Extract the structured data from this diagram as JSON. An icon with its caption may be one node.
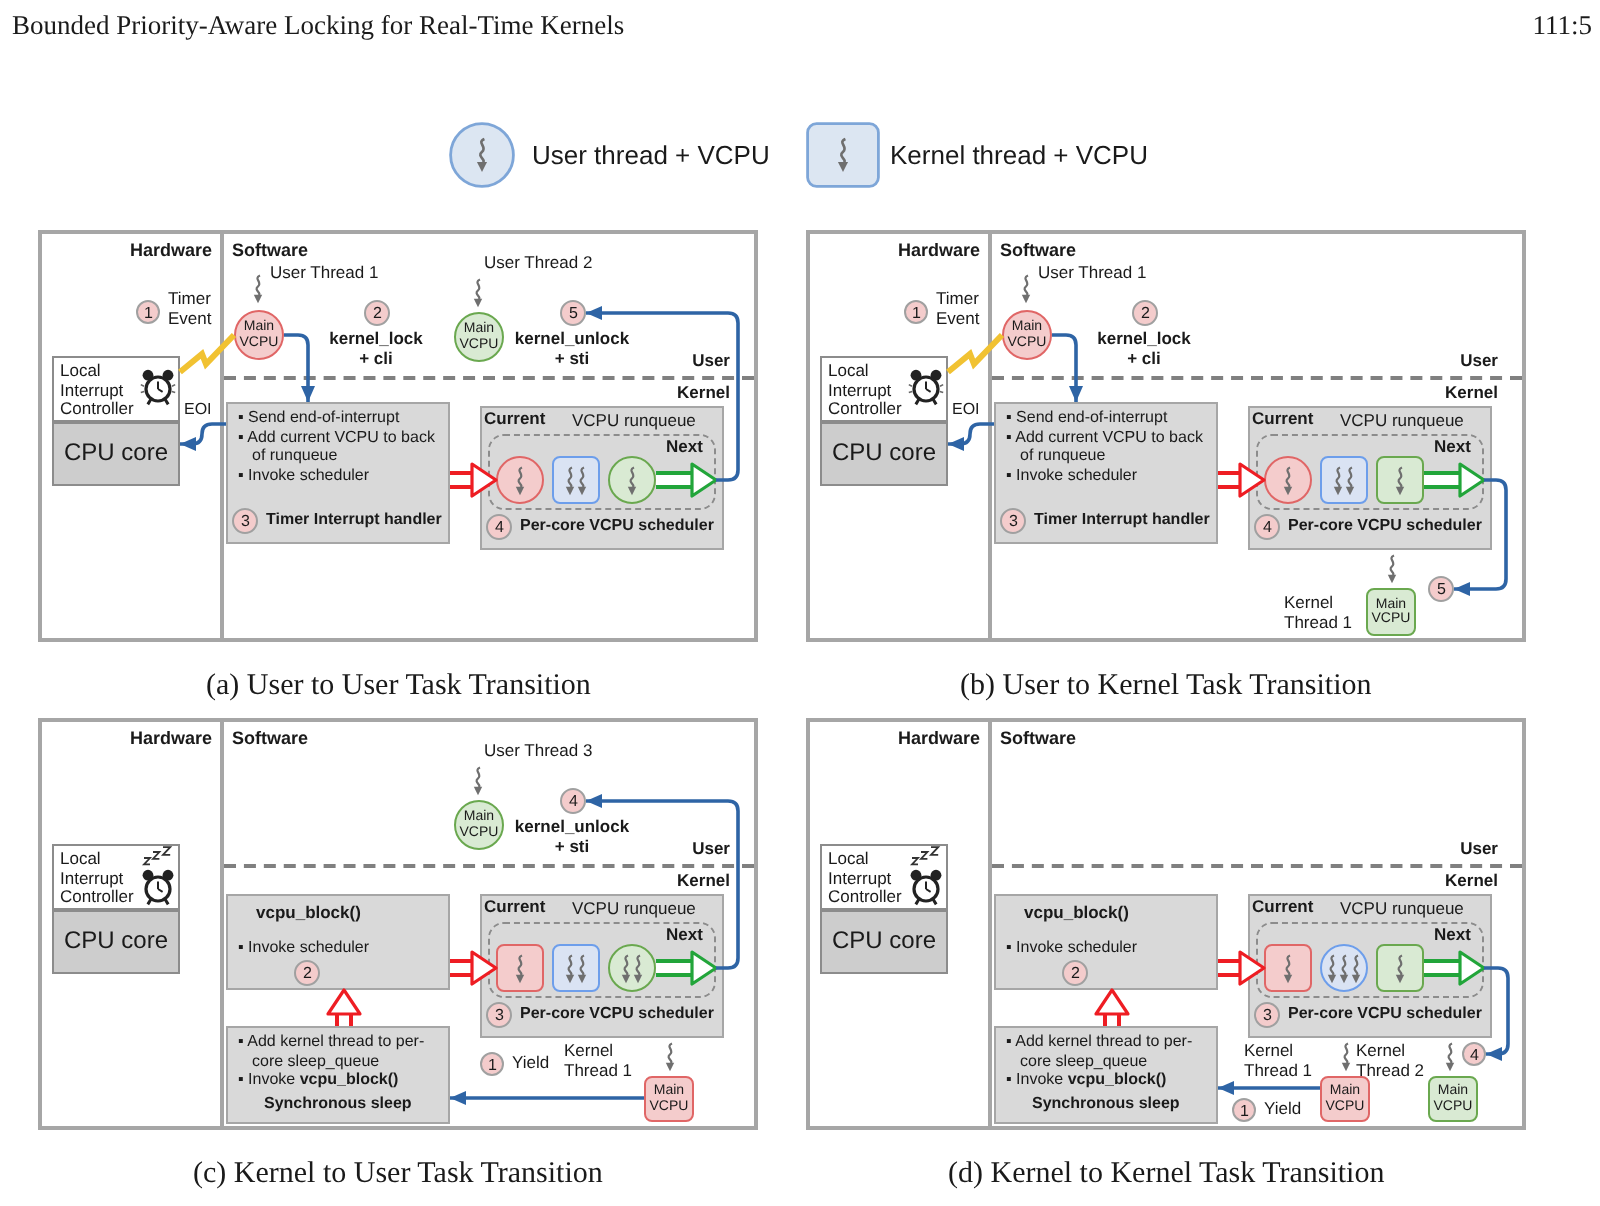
{
  "diagram": {
    "nodes": [
      {
        "text": [
          "(a) User to User Task Transition"
        ]
      },
      {
        "text": [
          "Hardware"
        ],
        "in": 0
      },
      {
        "text": [
          "1"
        ],
        "in": 1,
        "beside": [
          "Timer Event"
        ]
      },
      {
        "text": [
          "Local Interrupt Controller"
        ],
        "in": 1
      },
      {
        "text": [
          "CPU core"
        ],
        "in": 1
      },
      {
        "text": [
          "Software"
        ],
        "in": 0
      },
      {
        "text": [
          "Main VCPU"
        ],
        "in": 5,
        "beside": [
          "User Thread 1"
        ]
      },
      {
        "text": [
          "2"
        ],
        "in": 5,
        "beside": [
          "kernel_lock + cli"
        ]
      },
      {
        "text": [
          "Main VCPU"
        ],
        "in": 5,
        "beside": [
          "User Thread 2"
        ]
      },
      {
        "text": [
          "5"
        ],
        "in": 5,
        "beside": [
          "kernel_unlock + sti"
        ]
      },
      {
        "text": [
          "▪ Send end-of-interrupt",
          "▪ Add current VCPU to back of runqueue",
          "▪ Invoke scheduler",
          "Timer Interrupt handler"
        ],
        "in": 5
      },
      {
        "text": [
          "3"
        ],
        "in": 10
      },
      {
        "text": [
          "Per-core VCPU scheduler"
        ],
        "in": 5
      },
      {
        "text": [
          "VCPU runqueue"
        ],
        "in": 12
      },
      {
        "text": [],
        "shape": "circle",
        "in": 13
      },
      {
        "text": [],
        "shape": "box",
        "in": 13
      },
      {
        "text": [],
        "shape": "circle",
        "in": 13
      },
      {
        "text": [
          "4"
        ],
        "in": 12
      },
      {
        "text": [
          "(b) User to Kernel Task Transition"
        ]
      },
      {
        "text": [
          "Hardware"
        ],
        "in": 18
      },
      {
        "text": [
          "1"
        ],
        "in": 19,
        "beside": [
          "Timer Event"
        ]
      },
      {
        "text": [
          "Local Interrupt Controller"
        ],
        "in": 19
      },
      {
        "text": [
          "CPU core"
        ],
        "in": 19
      },
      {
        "text": [
          "Software"
        ],
        "in": 18
      },
      {
        "text": [
          "Main VCPU"
        ],
        "in": 23,
        "beside": [
          "User Thread 1"
        ]
      },
      {
        "text": [
          "2"
        ],
        "in": 23,
        "beside": [
          "kernel_lock + cli"
        ]
      },
      {
        "text": [
          "▪ Send end-of-interrupt",
          "▪ Add current VCPU to back of runqueue",
          "▪ Invoke scheduler",
          "Timer Interrupt handler"
        ],
        "in": 23
      },
      {
        "text": [
          "3"
        ],
        "in": 26
      },
      {
        "text": [
          "Per-core VCPU scheduler"
        ],
        "in": 23
      },
      {
        "text": [
          "VCPU runqueue"
        ],
        "in": 28
      },
      {
        "text": [],
        "shape": "circle",
        "in": 29
      },
      {
        "text": [],
        "shape": "box",
        "in": 29
      },
      {
        "text": [],
        "shape": "box",
        "in": 29
      },
      {
        "text": [
          "4"
        ],
        "in": 28
      },
      {
        "text": [
          "Main VCPU"
        ],
        "in": 23,
        "beside": [
          "Kernel Thread 1"
        ]
      },
      {
        "text": [
          "5"
        ],
        "in": 23
      },
      {
        "text": [
          "(c) Kernel to User Task Transition"
        ]
      },
      {
        "text": [
          "Hardware"
        ],
        "in": 36
      },
      {
        "text": [
          "Local Interrupt Controller"
        ],
        "in": 37
      },
      {
        "text": [
          "CPU core"
        ],
        "in": 37
      },
      {
        "text": [
          "Software"
        ],
        "in": 36
      },
      {
        "text": [
          "Main VCPU"
        ],
        "in": 40,
        "beside": [
          "User Thread 3"
        ]
      },
      {
        "text": [
          "4"
        ],
        "in": 40,
        "beside": [
          "kernel_unlock + sti"
        ]
      },
      {
        "text": [
          "vcpu_block()",
          "▪ Invoke scheduler"
        ],
        "in": 40
      },
      {
        "text": [
          "2"
        ],
        "in": 43
      },
      {
        "text": [
          "Per-core VCPU scheduler"
        ],
        "in": 40
      },
      {
        "text": [
          "VCPU runqueue"
        ],
        "in": 45
      },
      {
        "text": [],
        "shape": "box",
        "in": 46
      },
      {
        "text": [],
        "shape": "box",
        "in": 46
      },
      {
        "text": [],
        "shape": "circle",
        "in": 46
      },
      {
        "text": [
          "3"
        ],
        "in": 45
      },
      {
        "text": [
          "▪ Add kernel thread to per-core sleep_queue",
          "▪ Invoke **vcpu_block()**",
          "Synchronous sleep"
        ],
        "in": 40
      },
      {
        "text": [
          "1"
        ],
        "in": 40,
        "beside": [
          "Yield"
        ]
      },
      {
        "text": [
          "Main VCPU"
        ],
        "in": 40,
        "beside": [
          "Kernel Thread 1"
        ]
      },
      {
        "text": [
          "(d) Kernel to Kernel Task Transition"
        ]
      },
      {
        "text": [
          "Hardware"
        ],
        "in": 54
      },
      {
        "text": [
          "Local Interrupt Controller"
        ],
        "in": 55
      },
      {
        "text": [
          "CPU core"
        ],
        "in": 55
      },
      {
        "text": [
          "Software"
        ],
        "in": 54
      },
      {
        "text": [
          "vcpu_block()",
          "▪ Invoke scheduler"
        ],
        "in": 58
      },
      {
        "text": [
          "2"
        ],
        "in": 59
      },
      {
        "text": [
          "Per-core VCPU scheduler"
        ],
        "in": 58
      },
      {
        "text": [
          "VCPU runqueue"
        ],
        "in": 61
      },
      {
        "text": [],
        "shape": "box",
        "in": 62
      },
      {
        "text": [],
        "shape": "circle",
        "in": 62
      },
      {
        "text": [],
        "shape": "box",
        "in": 62
      },
      {
        "text": [
          "3"
        ],
        "in": 61
      },
      {
        "text": [
          "▪ Add kernel thread to per-core sleep_queue",
          "▪ Invoke **vcpu_block()**",
          "Synchronous sleep"
        ],
        "in": 58
      },
      {
        "text": [
          "Main VCPU"
        ],
        "in": 58,
        "beside": [
          "Kernel Thread 1"
        ]
      },
      {
        "text": [
          "Main VCPU"
        ],
        "in": 58,
        "beside": [
          "Kernel Thread 2"
        ]
      },
      {
        "text": [
          "4"
        ],
        "in": 58
      },
      {
        "text": [
          "1"
        ],
        "in": 58,
        "beside": [
          "Yield"
        ]
      }
    ],
    "edges": [
      {
        "from": 3,
        "to": 6,
        "arrow": "none",
        "color": "#f1c232"
      },
      {
        "from": 6,
        "to": 10,
        "arrow": "to"
      },
      {
        "from": 10,
        "to": 4,
        "arrow": "to",
        "label": "EOI"
      },
      {
        "from": 10,
        "to": 14,
        "arrow": "to",
        "label": "Current",
        "style": "thick",
        "color": "#ee1d23"
      },
      {
        "from": 16,
        "to": 13,
        "arrow": "to",
        "label": "Next",
        "style": "thick",
        "color": "#22a53a"
      },
      {
        "from": 13,
        "to": 9,
        "arrow": "to"
      },
      {
        "from": 21,
        "to": 24,
        "arrow": "none",
        "color": "#f1c232"
      },
      {
        "from": 24,
        "to": 26,
        "arrow": "to"
      },
      {
        "from": 26,
        "to": 22,
        "arrow": "to",
        "label": "EOI"
      },
      {
        "from": 26,
        "to": 30,
        "arrow": "to",
        "label": "Current",
        "style": "thick",
        "color": "#ee1d23"
      },
      {
        "from": 32,
        "to": 29,
        "arrow": "to",
        "label": "Next",
        "style": "thick",
        "color": "#22a53a"
      },
      {
        "from": 29,
        "to": 35,
        "arrow": "to"
      },
      {
        "from": 53,
        "to": 51,
        "arrow": "to"
      },
      {
        "from": 51,
        "to": 43,
        "arrow": "to",
        "style": "thick",
        "color": "#ee1d23"
      },
      {
        "from": 43,
        "to": 47,
        "arrow": "to",
        "label": "Current",
        "style": "thick",
        "color": "#ee1d23"
      },
      {
        "from": 49,
        "to": 46,
        "arrow": "to",
        "label": "Next",
        "style": "thick",
        "color": "#22a53a"
      },
      {
        "from": 46,
        "to": 42,
        "arrow": "to"
      },
      {
        "from": 68,
        "to": 67,
        "arrow": "to"
      },
      {
        "from": 67,
        "to": 59,
        "arrow": "to",
        "style": "thick",
        "color": "#ee1d23"
      },
      {
        "from": 59,
        "to": 63,
        "arrow": "to",
        "label": "Current",
        "style": "thick",
        "color": "#ee1d23"
      },
      {
        "from": 65,
        "to": 62,
        "arrow": "to",
        "label": "Next",
        "style": "thick",
        "color": "#22a53a"
      },
      {
        "from": 62,
        "to": 70,
        "arrow": "to"
      }
    ],
    "labels": [
      "Bounded Priority-Aware Locking for Real-Time Kernels",
      "111:5",
      "User",
      "Kernel",
      "User",
      "Kernel",
      "User",
      "Kernel",
      "User",
      "Kernel"
    ],
    "legend": [
      {
        "text": "User thread + VCPU"
      },
      {
        "text": "Kernel thread + VCPU"
      }
    ]
  }
}
